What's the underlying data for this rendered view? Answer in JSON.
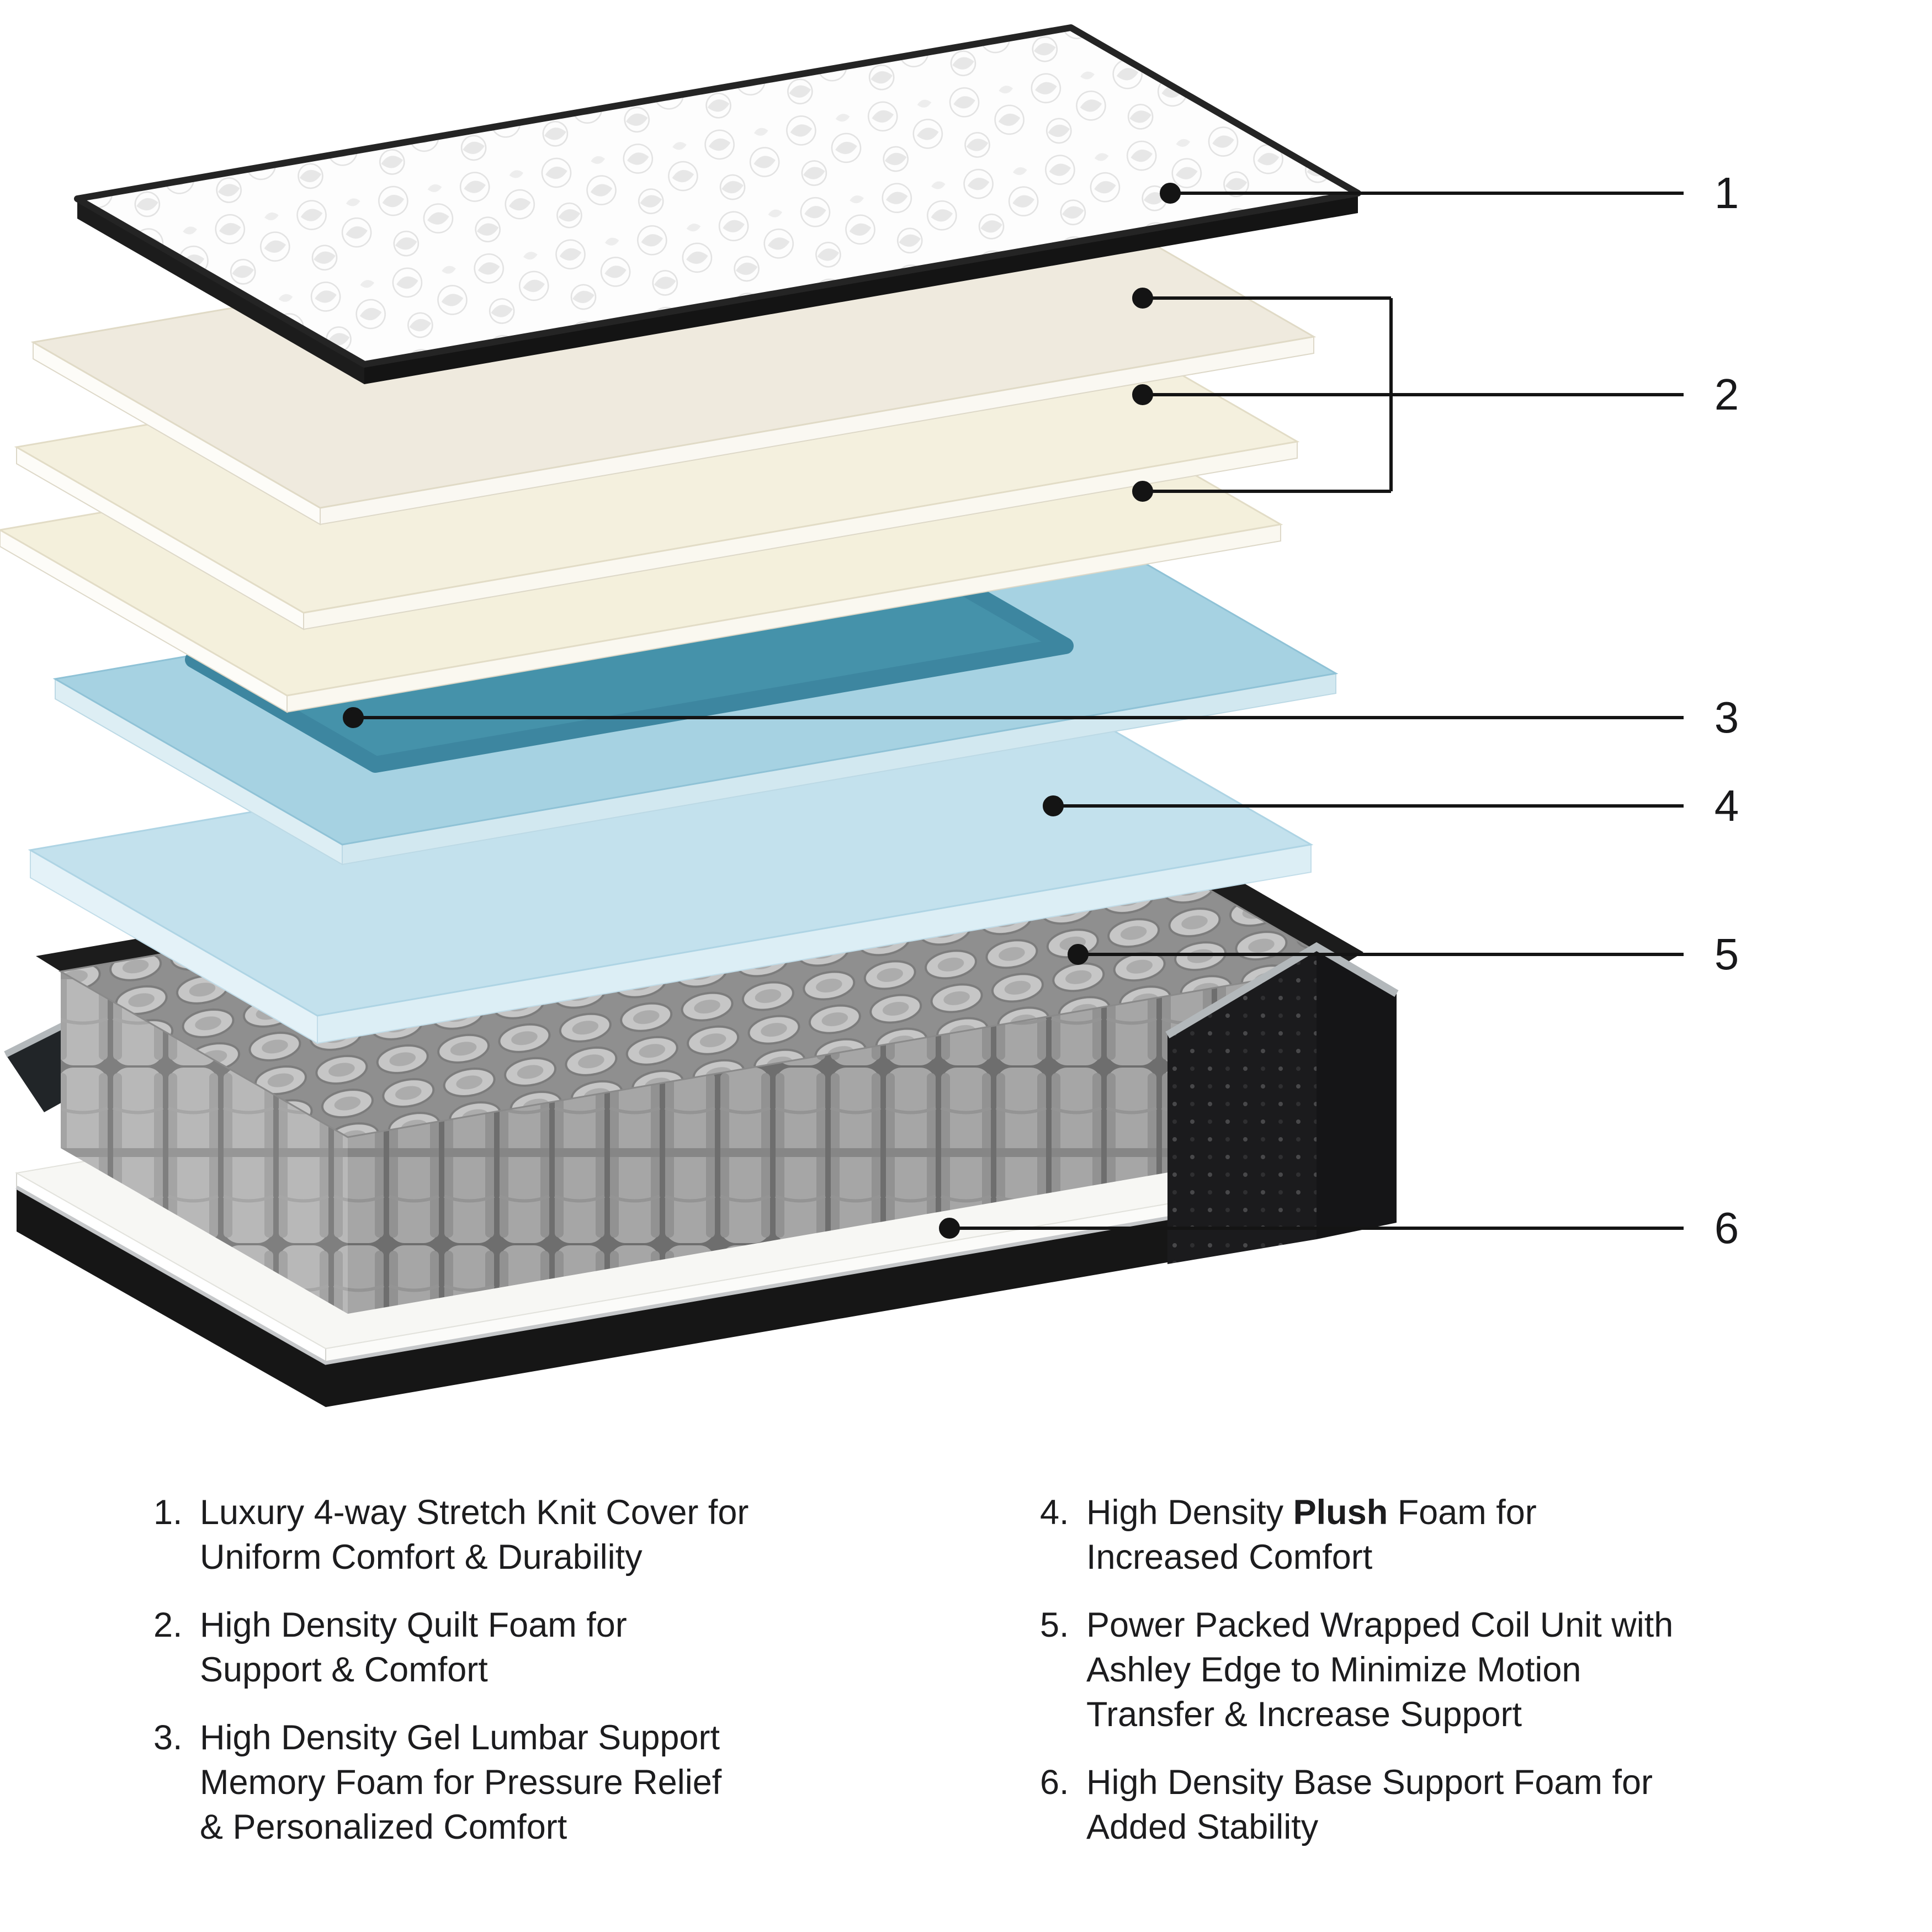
{
  "callouts": [
    "1",
    "2",
    "3",
    "4",
    "5",
    "6"
  ],
  "legend": {
    "left": [
      {
        "num": "1.",
        "lines": [
          "Luxury 4-way Stretch Knit Cover for",
          "Uniform Comfort & Durability"
        ]
      },
      {
        "num": "2.",
        "lines": [
          "High Density Quilt Foam for",
          "Support & Comfort"
        ]
      },
      {
        "num": "3.",
        "lines": [
          "High Density Gel Lumbar Support",
          "Memory Foam for Pressure Relief",
          "& Personalized Comfort"
        ]
      }
    ],
    "right": [
      {
        "num": "4.",
        "l1_pre": "High Density ",
        "l1_bold": "Plush",
        "l1_post": " Foam for",
        "l2": "Increased Comfort"
      },
      {
        "num": "5.",
        "lines": [
          "Power Packed Wrapped Coil Unit with",
          "Ashley Edge to Minimize Motion",
          "Transfer & Increase Support"
        ]
      },
      {
        "num": "6.",
        "lines": [
          "High Density Base Support Foam for",
          "Added Stability"
        ]
      }
    ]
  },
  "colors": {
    "background": "#ffffff",
    "callout_line": "#141414",
    "gel_accent": "#4592aa",
    "gel_layer_blue": "#a6d2e2",
    "plush_blue": "#c3e1ed",
    "foam_cream": "#f2eedd",
    "coil_gray": "#b7b7b7",
    "frame_black": "#161616",
    "trim_silver": "#b3b8bb"
  }
}
